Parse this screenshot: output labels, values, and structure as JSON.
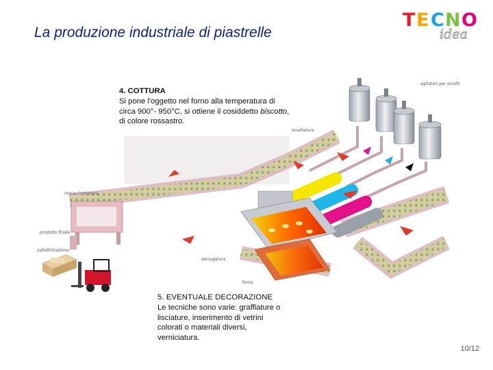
{
  "slide": {
    "title": "La produzione industriale di piastrelle",
    "page_number": "10/12"
  },
  "logo": {
    "main_text": "TECNO",
    "sub_text": "idea",
    "colors": [
      "#e8202a",
      "#f6a500",
      "#1aa3df",
      "#7cc242",
      "#e5007e"
    ]
  },
  "figure": {
    "labels": {
      "agitatori": "agitatori per smalti",
      "smaltatura": "smaltatura",
      "impacchettatura": "impacchettatura",
      "prodotto": "prodotto finale",
      "pallettizzazione": "pallettizzazione",
      "asciugatura": "asciugatura",
      "forno": "forno"
    }
  },
  "notes": [
    {
      "heading": "4. COTTURA",
      "lines": [
        "Si pone l'oggetto nel forno alla temperatura di circa 900°- 950°C, si ottiene il cosiddetto"
      ],
      "italic_word": "biscotto",
      "tail": ", di colore rossastro."
    },
    {
      "heading": "5. EVENTUALE DECORAZIONE",
      "body": "Le tecniche sono varie: graffiature o lisciature, inserimento di vetrini colorati o materiali diversi, verniciatura."
    }
  ]
}
